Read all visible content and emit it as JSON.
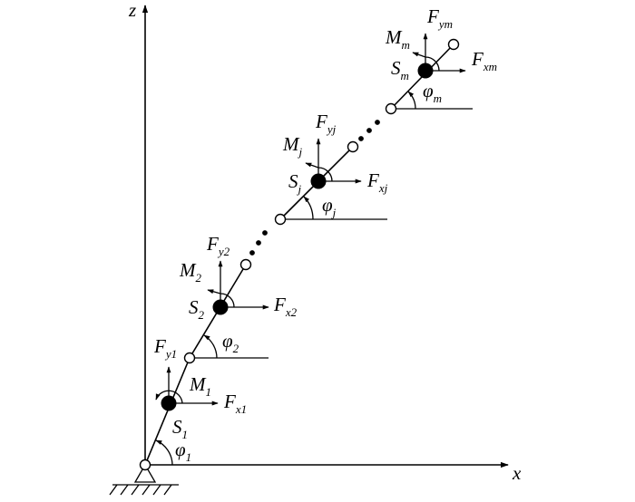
{
  "axes": {
    "x": "x",
    "z": "z"
  },
  "links": [
    {
      "S": {
        "base": "S",
        "sub": "1"
      },
      "phi": {
        "base": "φ",
        "sub": "1"
      },
      "M": {
        "base": "M",
        "sub": "1"
      },
      "Fx": {
        "base": "F",
        "sub": "x1"
      },
      "Fy": {
        "base": "F",
        "sub": "y1"
      }
    },
    {
      "S": {
        "base": "S",
        "sub": "2"
      },
      "phi": {
        "base": "φ",
        "sub": "2"
      },
      "M": {
        "base": "M",
        "sub": "2"
      },
      "Fx": {
        "base": "F",
        "sub": "x2"
      },
      "Fy": {
        "base": "F",
        "sub": "y2"
      }
    },
    {
      "S": {
        "base": "S",
        "sub": "j"
      },
      "phi": {
        "base": "φ",
        "sub": "j"
      },
      "M": {
        "base": "M",
        "sub": "j"
      },
      "Fx": {
        "base": "F",
        "sub": "xj"
      },
      "Fy": {
        "base": "F",
        "sub": "yj"
      }
    },
    {
      "S": {
        "base": "S",
        "sub": "m"
      },
      "phi": {
        "base": "φ",
        "sub": "m"
      },
      "M": {
        "base": "M",
        "sub": "m"
      },
      "Fx": {
        "base": "F",
        "sub": "xm"
      },
      "Fy": {
        "base": "F",
        "sub": "ym"
      }
    }
  ]
}
